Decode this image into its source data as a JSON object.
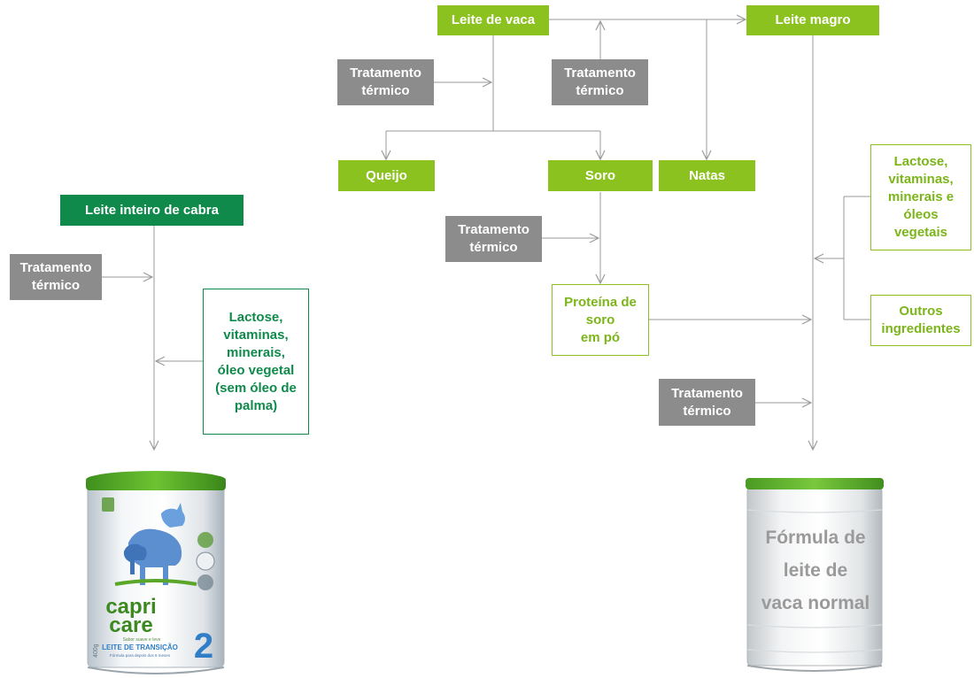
{
  "goat_chain": {
    "source": "Leite inteiro de cabra",
    "heat_treatment": "Tratamento\ntérmico",
    "additives": "Lactose,\nvitaminas,\nminerais,\nóleo vegetal\n(sem óleo de\npalma)"
  },
  "cow_chain": {
    "source": "Leite de vaca",
    "heat_treatment_1": "Tratamento\ntérmico",
    "heat_treatment_2": "Tratamento\ntérmico",
    "skimmed": "Leite magro",
    "cheese": "Queijo",
    "whey": "Soro",
    "cream": "Natas",
    "heat_treatment_3": "Tratamento\ntérmico",
    "whey_protein": "Proteína de\nsoro\nem pó",
    "lactose_box": "Lactose,\nvitaminas,\nminerais e\nóleos\nvegetais",
    "other_ingredients": "Outros\ningredientes",
    "heat_treatment_4": "Tratamento\ntérmico"
  },
  "capricare_can": {
    "brand_line1": "capri",
    "brand_line2": "care",
    "tagline": "Sabor suave e leve",
    "product": "LEITE DE TRANSIÇÃO",
    "subtitle": "Fórmula para depois dos 6 meses",
    "stage": "2",
    "weight": "400g"
  },
  "generic_can": {
    "label": "Fórmula de\nleite de\nvaca normal"
  },
  "colors": {
    "lime": "#8cc21f",
    "dark_green": "#0f8a4b",
    "grey": "#8c8c8c"
  }
}
